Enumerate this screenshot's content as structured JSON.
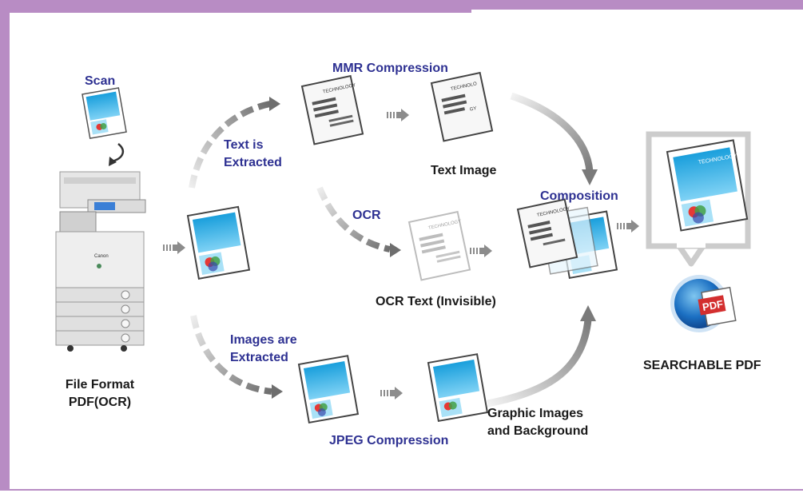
{
  "labels": {
    "scan": "Scan",
    "mmr_compression": "MMR Compression",
    "text_extracted_line1": "Text is",
    "text_extracted_line2": "Extracted",
    "text_image": "Text Image",
    "ocr": "OCR",
    "composition": "Composition",
    "ocr_text_invisible": "OCR Text (Invisible)",
    "images_extracted_line1": "Images are",
    "images_extracted_line2": "Extracted",
    "jpeg_compression": "JPEG Compression",
    "graphic_images_line1": "Graphic Images",
    "graphic_images_line2": "and Background",
    "file_format_line1": "File Format",
    "file_format_line2": "PDF(OCR)",
    "searchable_pdf": "SEARCHABLE PDF"
  },
  "doc_text": {
    "technology": "TECHNOLOGY",
    "technolo": "TECHNOLO",
    "gy": "GY",
    "printer_brand": "Canon",
    "pdf_badge": "PDF"
  },
  "colors": {
    "frame": "#b88cc4",
    "label_blue": "#2e3192",
    "label_black": "#1a1a1a",
    "doc_cyan": "#1aa0dc",
    "arrow_gray": "#8c8c8c"
  }
}
